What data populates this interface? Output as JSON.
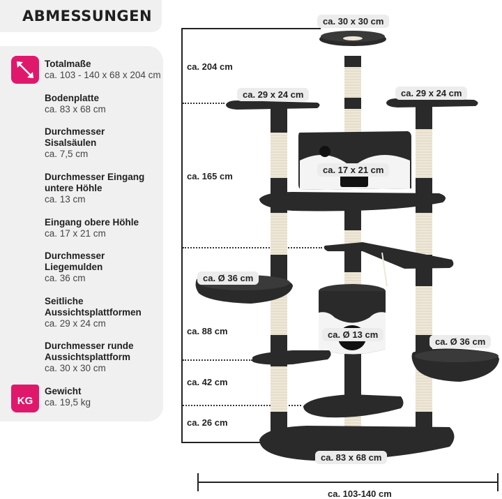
{
  "header": {
    "title": "ABMESSUNGEN"
  },
  "specs": [
    {
      "label": "Totalmaße",
      "value": "ca. 103 - 140 x 68 x 204 cm",
      "icon": "diagonal-arrow-icon"
    },
    {
      "label": "Bodenplatte",
      "value": "ca. 83 x 68 cm"
    },
    {
      "label": "Durchmesser\nSisalsäulen",
      "value": "ca. 7,5 cm"
    },
    {
      "label": "Durchmesser Eingang\nuntere Höhle",
      "value": "ca. 13 cm"
    },
    {
      "label": "Eingang obere Höhle",
      "value": "ca. 17 x 21 cm"
    },
    {
      "label": "Durchmesser\nLiegemulden",
      "value": "ca. 36 cm"
    },
    {
      "label": "Seitliche\nAussichtsplattformen",
      "value": "ca. 29 x 24 cm"
    },
    {
      "label": "Durchmesser runde\nAussichtsplattform",
      "value": "ca. 30 x 30 cm"
    },
    {
      "label": "Gewicht",
      "value": "ca. 19,5 kg",
      "icon": "weight-kg-icon",
      "icon_text": "KG"
    }
  ],
  "heights": {
    "h204": "ca. 204 cm",
    "h165": "ca. 165 cm",
    "h88": "ca. 88 cm",
    "h42": "ca. 42 cm",
    "h26": "ca. 26 cm"
  },
  "callouts": {
    "top_platform": "ca. 30 x 30 cm",
    "left_platform": "ca. 29 x 24 cm",
    "right_platform": "ca. 29 x 24 cm",
    "upper_cave": "ca. 17 x 21 cm",
    "left_hammock": "ca. Ø 36 cm",
    "lower_cave": "ca. Ø 13 cm",
    "right_hammock": "ca. Ø 36 cm",
    "base": "ca. 83 x 68 cm",
    "width": "ca. 103-140 cm"
  },
  "colors": {
    "accent": "#e0186c",
    "panel": "#f0f0f0",
    "plush": "#2a2a2a",
    "sisal": "#efe8d8"
  }
}
